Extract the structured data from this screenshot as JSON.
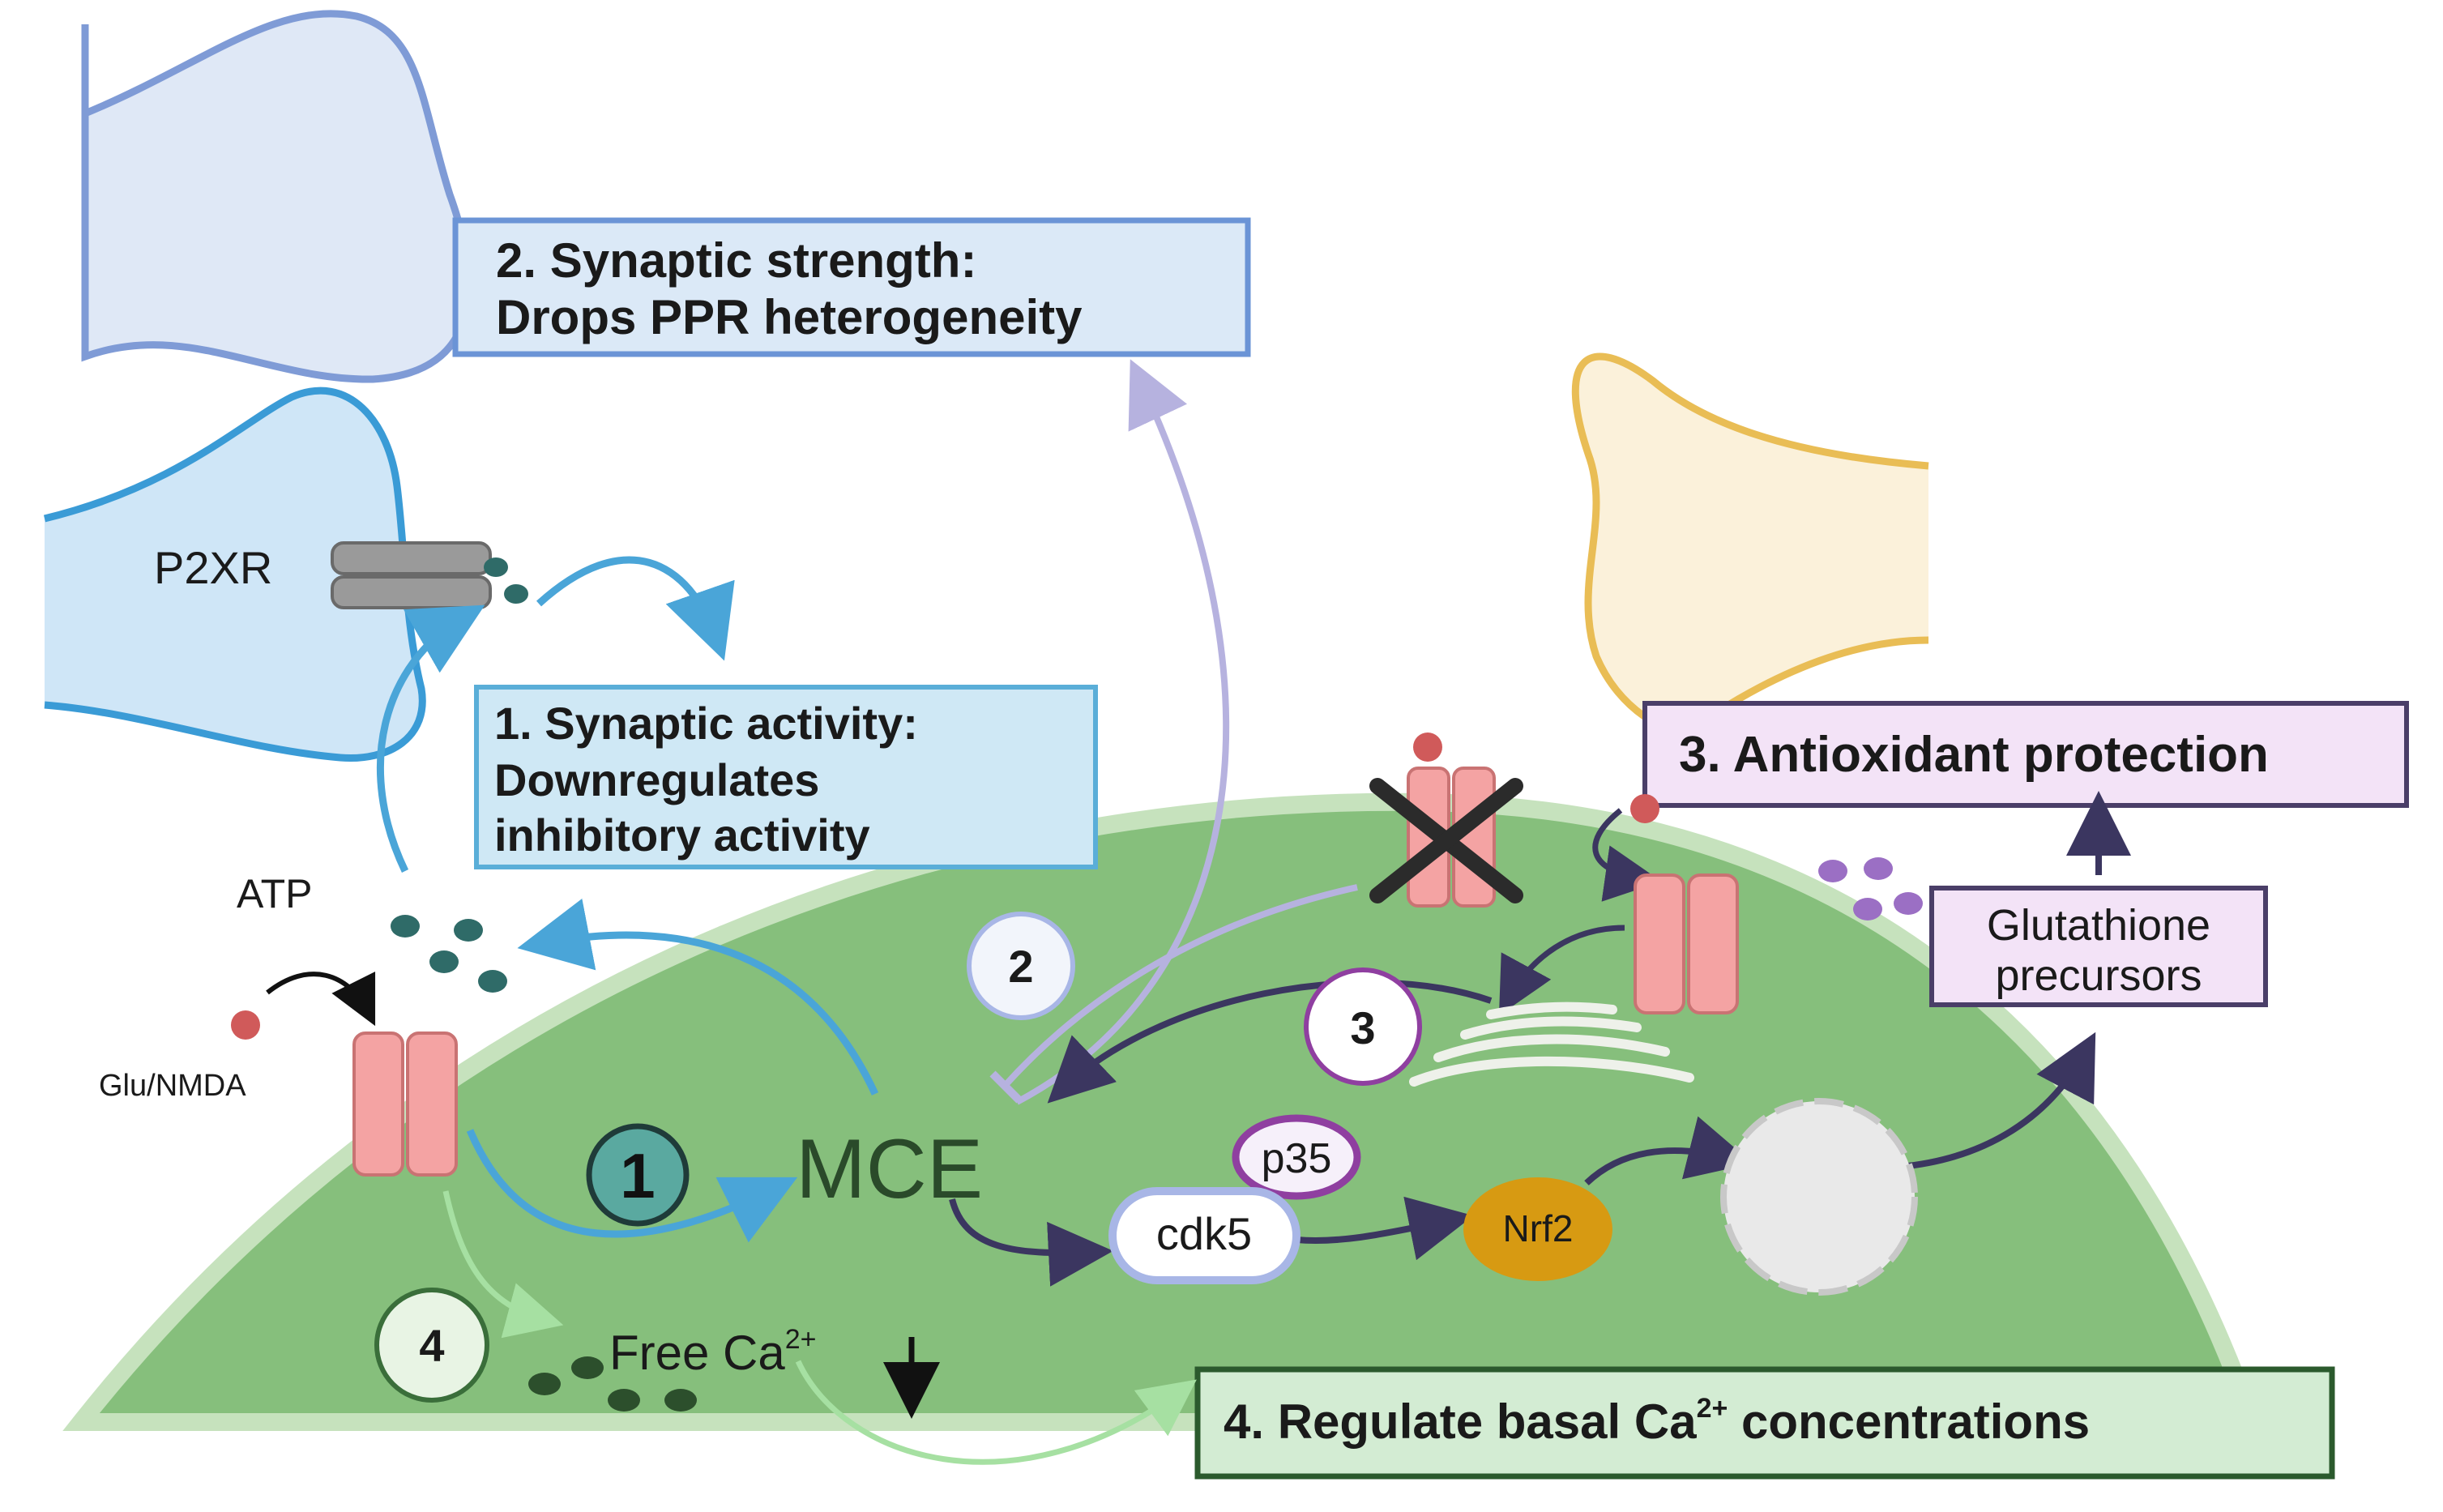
{
  "labels": {
    "p2xr": "P2XR",
    "atp": "ATP",
    "glu_nmda": "Glu/NMDA",
    "mce": "MCE",
    "p35": "p35",
    "cdk5": "cdk5",
    "nrf2": "Nrf2",
    "free_ca": "Free Ca",
    "free_ca_sup": "2+",
    "glutathione_line1": "Glutathione",
    "glutathione_line2": "precursors"
  },
  "boxes": {
    "box1_line1": "1. Synaptic activity:",
    "box1_line2": "Downregulates",
    "box1_line3": "inhibitory activity",
    "box2_line1": "2. Synaptic strength:",
    "box2_line2": "Drops PPR heterogeneity",
    "box3": "3. Antioxidant protection",
    "box4_pre": "4. Regulate basal Ca",
    "box4_sup": "2+",
    "box4_post": " concentrations"
  },
  "markers": {
    "m1": "1",
    "m2": "2",
    "m3": "3",
    "m4": "4"
  },
  "colors": {
    "cell_fill": "#86bf7c",
    "cell_rim": "#c6e2bd",
    "neuron_blue_fill": "#cfe6f7",
    "neuron_blue_stroke": "#3a9bd6",
    "neuron_lavender_fill": "#dfe8f6",
    "neuron_lavender_stroke": "#7f9bd6",
    "neuron_yellow_fill": "#fbf1da",
    "neuron_yellow_stroke": "#e9bd55",
    "receptor_pink": "#f4a3a3",
    "box1_fill": "#cfe8f5",
    "box1_stroke": "#5aaed8",
    "box2_fill": "#dbe9f7",
    "box2_stroke": "#6b94d6",
    "box3_fill": "#f3e3f7",
    "box3_stroke": "#4a3e68",
    "box4_fill": "#d3ecd3",
    "box4_stroke": "#2b5a2d",
    "nrf2_fill": "#d79a12",
    "dark_arrow": "#3b3660",
    "blue_arrow": "#4aa5d8",
    "lavender_arrow": "#b6b2df",
    "light_green_arrow": "#a6e0a2"
  }
}
